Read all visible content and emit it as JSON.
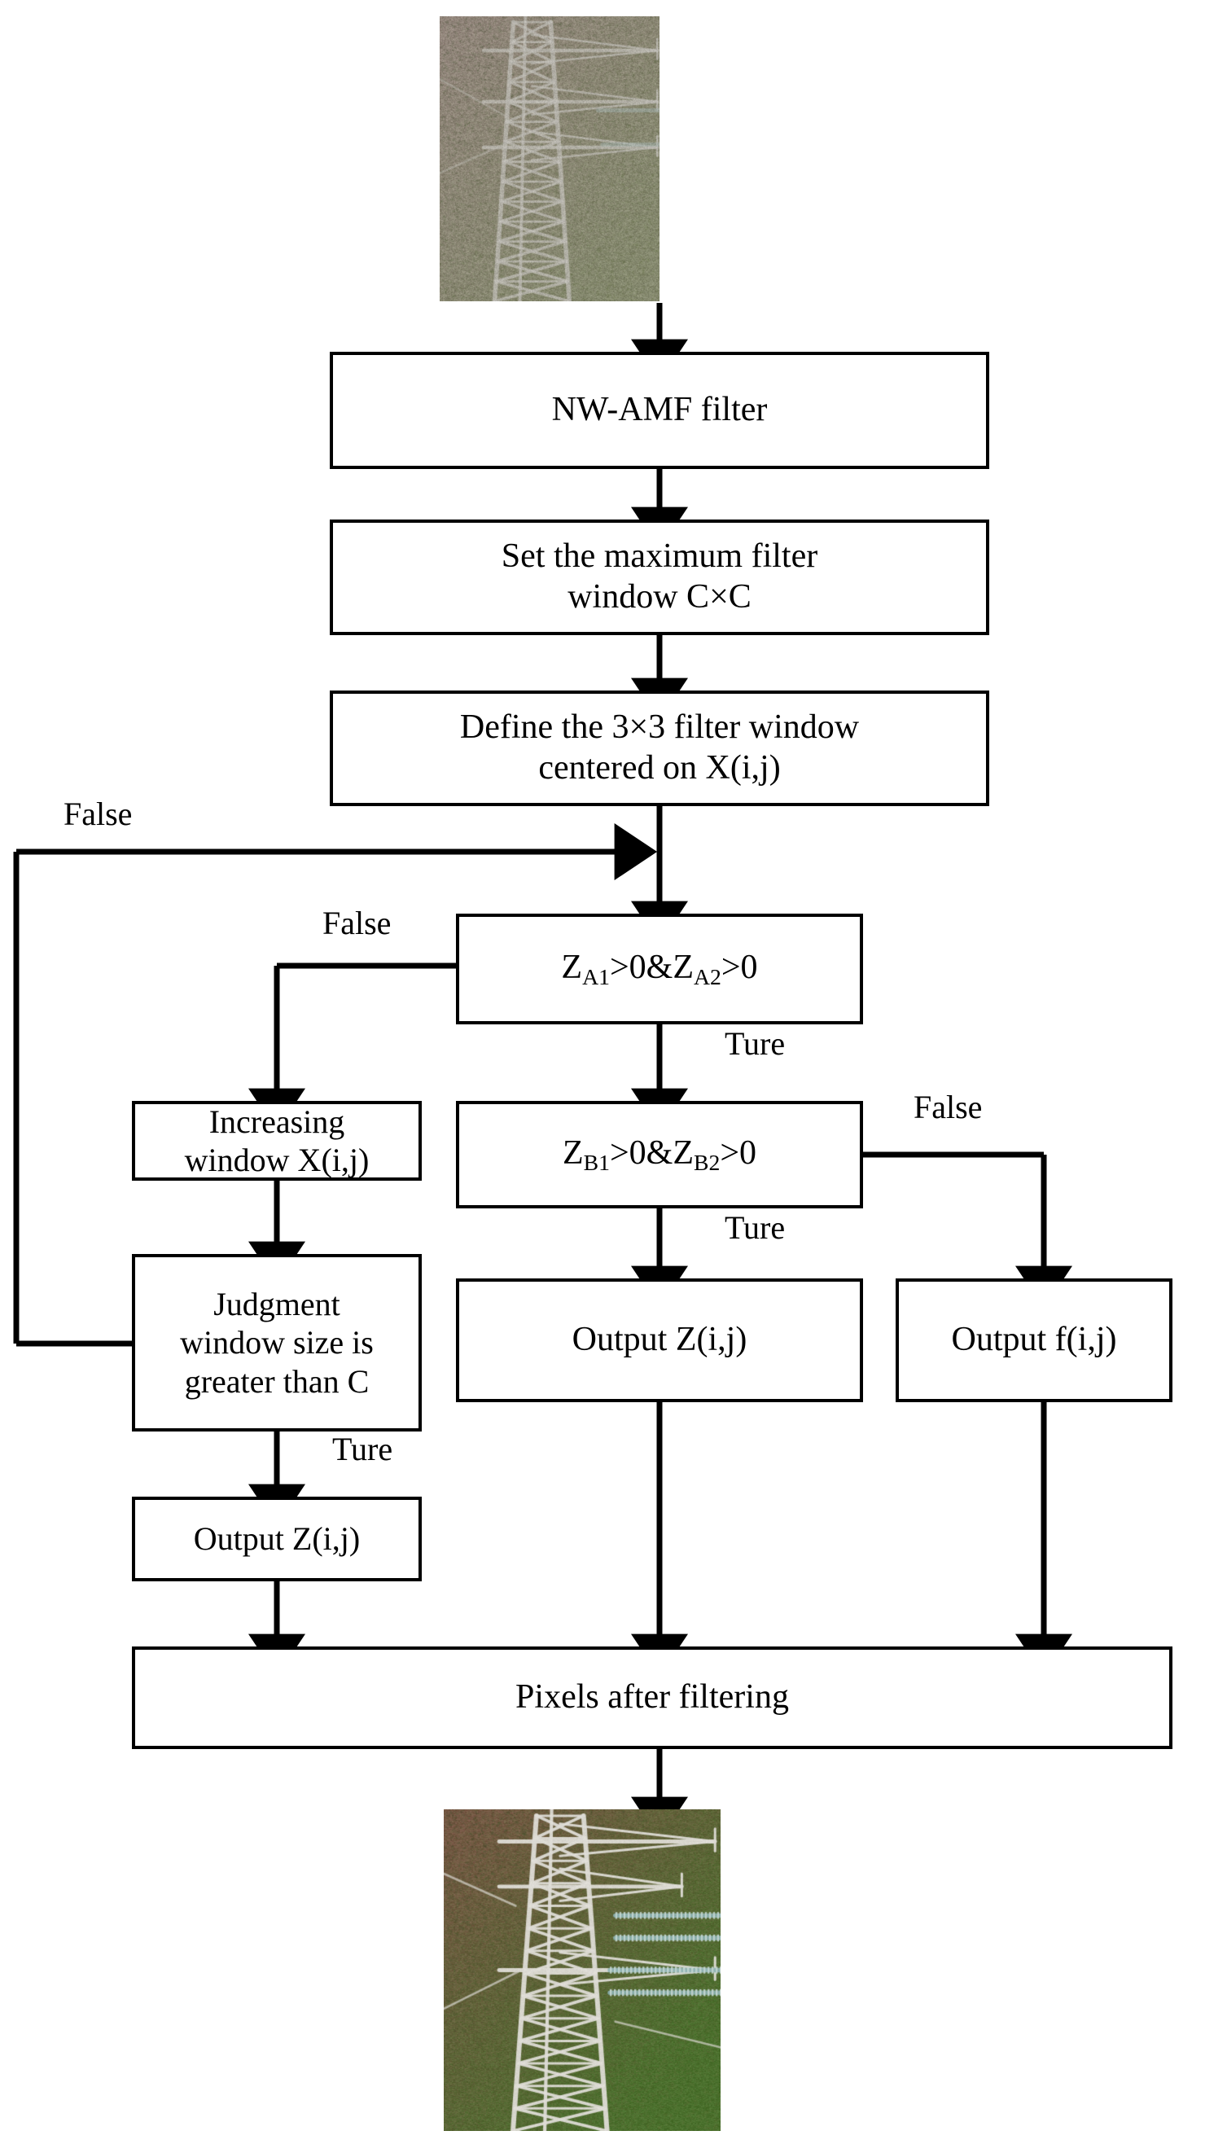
{
  "diagram": {
    "title": "NW-AMF filter flowchart",
    "type": "flowchart",
    "orientation": "top-to-bottom"
  },
  "images": {
    "input": {
      "name": "input-image-noisy-transmission-tower",
      "caption": "Noisy aerial photo of a steel lattice transmission tower over hillside vegetation",
      "palette": [
        "#8d7f74",
        "#7d7a5e",
        "#6e7b4e",
        "#a29a8e",
        "#cfcac0"
      ]
    },
    "output": {
      "name": "output-image-filtered-transmission-tower",
      "caption": "Filtered aerial photo of a steel lattice transmission tower with insulator strings over green hillside",
      "palette": [
        "#7a5f4e",
        "#5e7a3a",
        "#49702d",
        "#b9b4aa",
        "#9fc0c4"
      ]
    }
  },
  "nodes": {
    "filter": "NW-AMF filter",
    "set_max_window": "Set the maximum filter\nwindow C×C",
    "define_window": "Define the 3×3 filter window\ncentered on X(i,j)",
    "decision_a": {
      "lhs": "Z",
      "lhs_sub": "A1",
      "mid": ">0&Z",
      "rhs_sub": "A2",
      "tail": ">0",
      "plain": "Z A1 >0&Z A2 >0"
    },
    "decision_b": {
      "lhs": "Z",
      "lhs_sub": "B1",
      "mid": ">0&Z",
      "rhs_sub": "B2",
      "tail": ">0",
      "plain": "Z B1 >0&Z B2 >0"
    },
    "increasing_window": "Increasing\nwindow X(i,j)",
    "judgment_window": "Judgment\nwindow size is\ngreater than C",
    "output_z_left": "Output Z(i,j)",
    "output_z_mid": "Output Z(i,j)",
    "output_f_right": "Output f(i,j)",
    "pixels_after_filtering": "Pixels after filtering"
  },
  "edge_labels": {
    "loop_false": "False",
    "decision_a_false": "False",
    "decision_a_true": "Ture",
    "decision_b_false": "False",
    "decision_b_true": "Ture",
    "judgment_true": "Ture"
  },
  "colors": {
    "stroke": "#000000",
    "fill": "#ffffff",
    "text": "#000000"
  }
}
